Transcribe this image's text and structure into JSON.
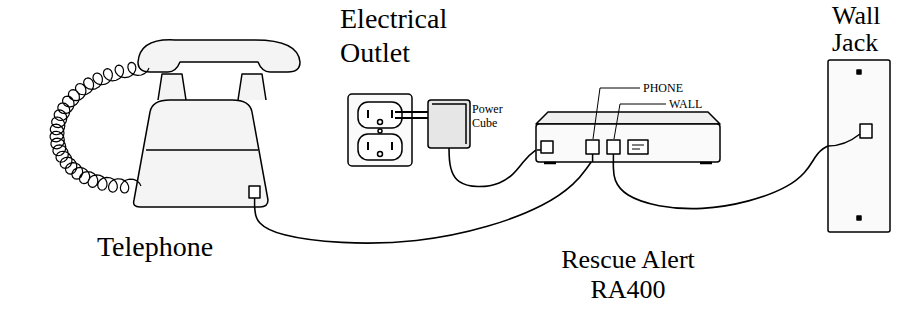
{
  "diagram": {
    "nodes": [
      {
        "text": [
          "Telephone"
        ]
      },
      {
        "text": [
          "Electrical Outlet"
        ]
      },
      {
        "text": [
          "Power Cube"
        ]
      },
      {
        "text": [
          "Rescue Alert RA400"
        ]
      },
      {
        "text": [
          "Wall Jack"
        ]
      }
    ],
    "edges": [
      {
        "from": 0,
        "to": 3,
        "arrow": "none"
      },
      {
        "from": 2,
        "to": 3,
        "arrow": "none"
      },
      {
        "from": 3,
        "to": 4,
        "arrow": "none"
      }
    ],
    "labels": [
      "PHONE",
      "WALL"
    ]
  }
}
